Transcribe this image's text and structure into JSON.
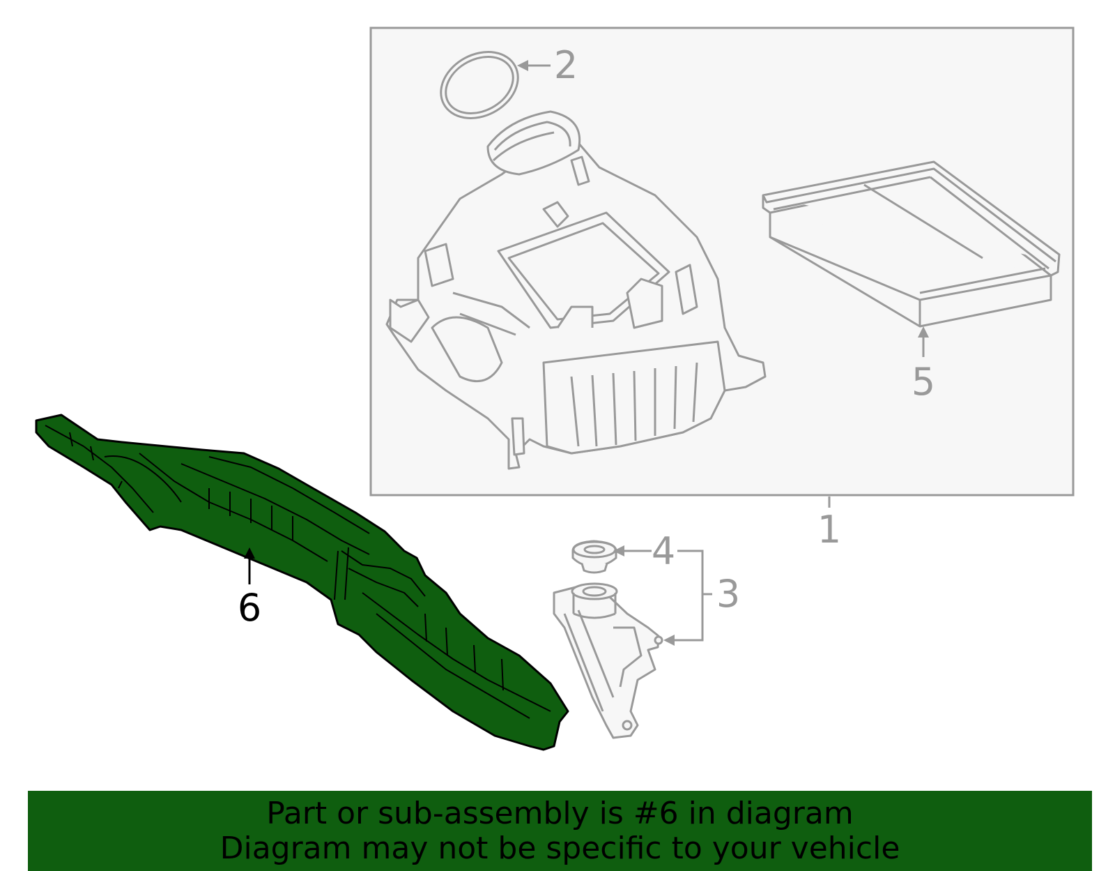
{
  "callouts": {
    "c1": "1",
    "c2": "2",
    "c3": "3",
    "c4": "4",
    "c5": "5",
    "c6": "6"
  },
  "banner": {
    "line1": "Part or sub-assembly is #6 in diagram",
    "line2": "Diagram may not be specific to your vehicle"
  },
  "colors": {
    "highlight": "#0f5e0f",
    "line": "#999999",
    "box_fill": "#f7f7f7"
  }
}
